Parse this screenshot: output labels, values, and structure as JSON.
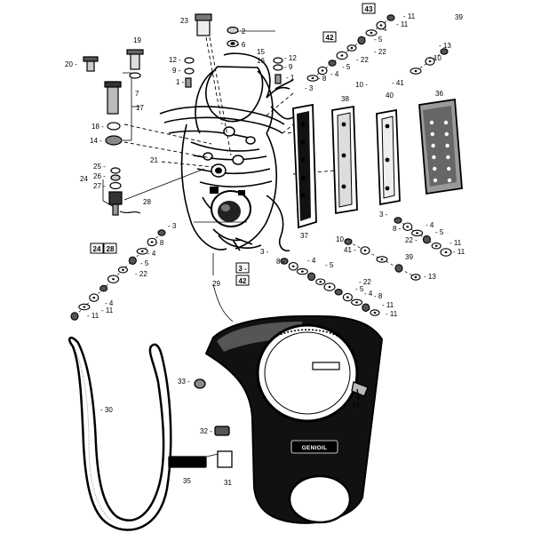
{
  "callouts": [
    {
      "id": "c-23",
      "text": "23"
    },
    {
      "id": "c-2",
      "text": "- 2"
    },
    {
      "id": "c-6",
      "text": "- 6"
    },
    {
      "id": "c-43a",
      "text": "43"
    },
    {
      "id": "c-42a",
      "text": "42"
    },
    {
      "id": "c-11a",
      "text": "- 11"
    },
    {
      "id": "c-11b",
      "text": "- 11"
    },
    {
      "id": "c-39a",
      "text": "39"
    },
    {
      "id": "c-4a",
      "text": "- 4"
    },
    {
      "id": "c-5a",
      "text": "- 5"
    },
    {
      "id": "c-22a",
      "text": "- 22"
    },
    {
      "id": "c-13a",
      "text": "- 13"
    },
    {
      "id": "c-10a",
      "text": "- 10"
    },
    {
      "id": "c-12",
      "text": "12 -"
    },
    {
      "id": "c-9",
      "text": "9 -"
    },
    {
      "id": "c-1",
      "text": "1 -"
    },
    {
      "id": "c-15",
      "text": "15"
    },
    {
      "id": "c-16",
      "text": "16"
    },
    {
      "id": "c-12b",
      "text": "- 12"
    },
    {
      "id": "c-9b",
      "text": "- 9"
    },
    {
      "id": "c-1b",
      "text": "- 1"
    },
    {
      "id": "c-5b",
      "text": "- 5"
    },
    {
      "id": "c-22b",
      "text": "- 22"
    },
    {
      "id": "c-8a",
      "text": "- 8"
    },
    {
      "id": "c-4b",
      "text": "- 4"
    },
    {
      "id": "c-3a",
      "text": "- 3"
    },
    {
      "id": "c-10b",
      "text": "10 -"
    },
    {
      "id": "c-41a",
      "text": "- 41"
    },
    {
      "id": "c-19",
      "text": "19"
    },
    {
      "id": "c-20",
      "text": "20 -"
    },
    {
      "id": "c-7",
      "text": "7"
    },
    {
      "id": "c-17",
      "text": "17"
    },
    {
      "id": "c-18",
      "text": "18 -"
    },
    {
      "id": "c-14",
      "text": "14 -"
    },
    {
      "id": "c-38",
      "text": "38"
    },
    {
      "id": "c-40",
      "text": "40"
    },
    {
      "id": "c-36",
      "text": "36"
    },
    {
      "id": "c-21",
      "text": "21"
    },
    {
      "id": "c-25",
      "text": "25 -"
    },
    {
      "id": "c-26",
      "text": "26 -"
    },
    {
      "id": "c-27",
      "text": "27 -"
    },
    {
      "id": "c-24",
      "text": "24"
    },
    {
      "id": "c-28",
      "text": "28"
    },
    {
      "id": "c-3b",
      "text": "- 3"
    },
    {
      "id": "c-42b",
      "text": "42"
    },
    {
      "id": "c-43b",
      "text": "43"
    },
    {
      "id": "c-8b",
      "text": "- 8"
    },
    {
      "id": "c-4c",
      "text": "- 4"
    },
    {
      "id": "c-5c",
      "text": "- 5"
    },
    {
      "id": "c-22c",
      "text": "- 22"
    },
    {
      "id": "c-4d",
      "text": "- 4"
    },
    {
      "id": "c-11c",
      "text": "- 11"
    },
    {
      "id": "c-11d",
      "text": "- 11"
    },
    {
      "id": "c-37",
      "text": "37"
    },
    {
      "id": "c-3c",
      "text": "3 -"
    },
    {
      "id": "c-8c",
      "text": "8 -"
    },
    {
      "id": "c-4e",
      "text": "- 4"
    },
    {
      "id": "c-5d",
      "text": "- 5"
    },
    {
      "id": "c-22d",
      "text": "22 -"
    },
    {
      "id": "c-11e",
      "text": "- 11"
    },
    {
      "id": "c-11f",
      "text": "- 11"
    },
    {
      "id": "c-10c",
      "text": "10 -"
    },
    {
      "id": "c-41b",
      "text": "41 -"
    },
    {
      "id": "c-39b",
      "text": "39"
    },
    {
      "id": "c-13b",
      "text": "- 13"
    },
    {
      "id": "c-3d",
      "text": "3 -"
    },
    {
      "id": "c-42c",
      "text": "42"
    },
    {
      "id": "c-43c",
      "text": "43"
    },
    {
      "id": "c-8d",
      "text": "8 -"
    },
    {
      "id": "c-4f",
      "text": "- 4"
    },
    {
      "id": "c-5e",
      "text": "- 5"
    },
    {
      "id": "c-22e",
      "text": "- 22"
    },
    {
      "id": "c-5f",
      "text": "- 5"
    },
    {
      "id": "c-4g",
      "text": "- 4"
    },
    {
      "id": "c-8e",
      "text": "- 8"
    },
    {
      "id": "c-11g",
      "text": "- 11"
    },
    {
      "id": "c-11h",
      "text": "- 11"
    },
    {
      "id": "c-29",
      "text": "29"
    },
    {
      "id": "c-30",
      "text": "- 30"
    },
    {
      "id": "c-33",
      "text": "33 -"
    },
    {
      "id": "c-34",
      "text": "34"
    },
    {
      "id": "c-32",
      "text": "32 -"
    },
    {
      "id": "c-35",
      "text": "35"
    },
    {
      "id": "c-31",
      "text": "31"
    }
  ],
  "brand_plates": {
    "dash": "GENIOIL",
    "tag": "GENIOIL"
  }
}
